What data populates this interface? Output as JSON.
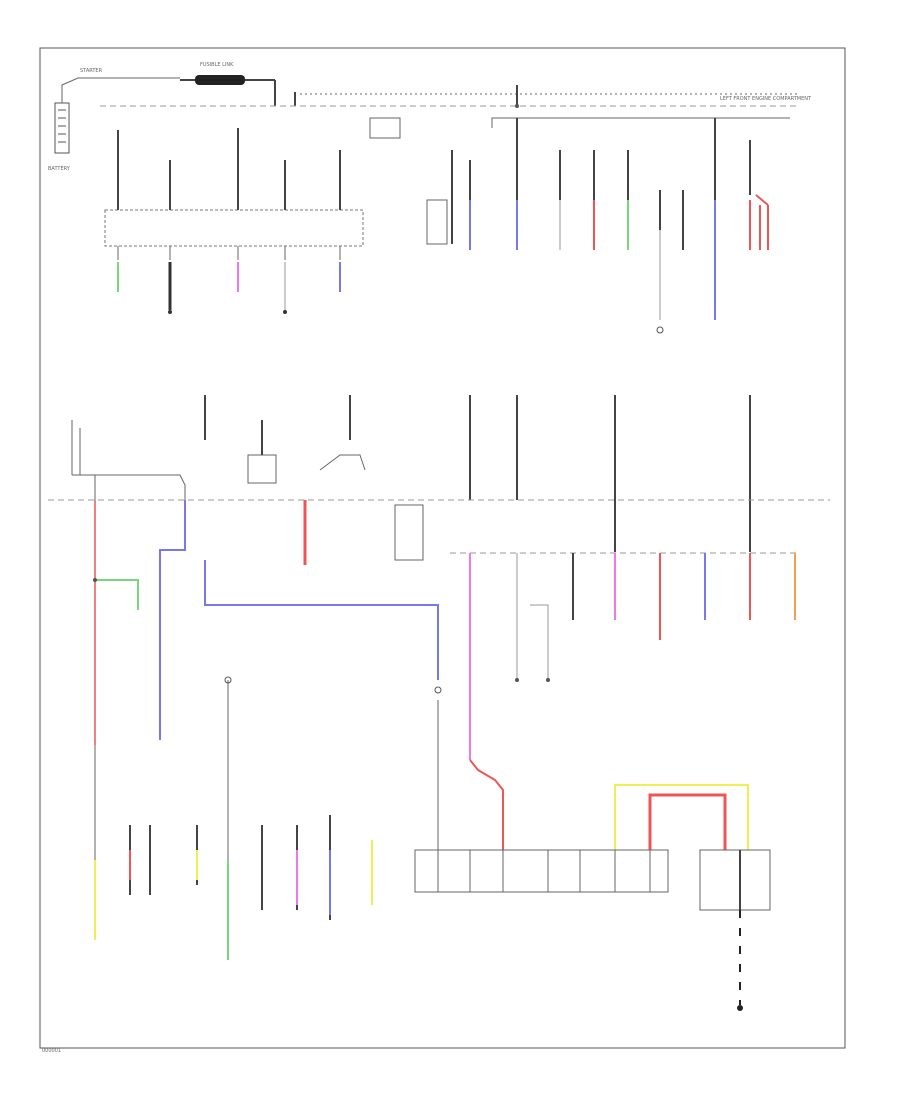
{
  "diagram": {
    "battery_label": "BATTERY",
    "fusible_link_label": "FUSIBLE LINK",
    "starter_label": "STARTER",
    "top_right_label": "LEFT FRONT ENGINE COMPARTMENT",
    "footer_code": "000001",
    "colors": {
      "green": "#7ad67a",
      "blue": "#7777ee",
      "pink": "#ee77ee",
      "red": "#ee5555",
      "light_red": "#f08080",
      "yellow": "#eeee55",
      "orange": "#f0a050",
      "gray": "#888888",
      "black": "#333333"
    }
  }
}
